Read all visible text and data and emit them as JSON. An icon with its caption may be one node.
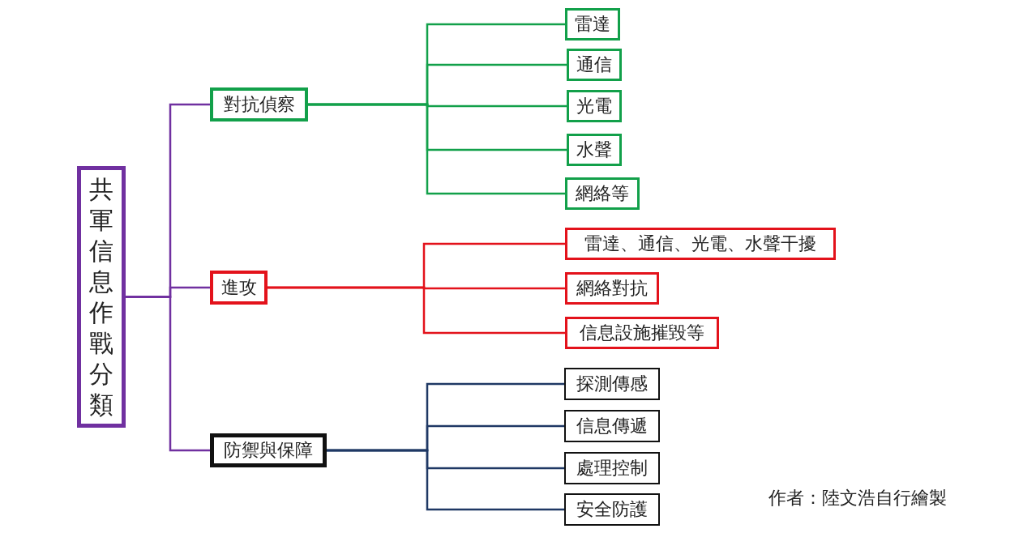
{
  "diagram": {
    "nodes": [
      {
        "text": [
          "共軍信息作戰分類"
        ]
      },
      {
        "text": [
          "對抗偵察"
        ]
      },
      {
        "text": [
          "雷達"
        ]
      },
      {
        "text": [
          "通信"
        ]
      },
      {
        "text": [
          "光電"
        ]
      },
      {
        "text": [
          "水聲"
        ]
      },
      {
        "text": [
          "網絡等"
        ]
      },
      {
        "text": [
          "進攻"
        ]
      },
      {
        "text": [
          "雷達、通信、光電、水聲干擾"
        ]
      },
      {
        "text": [
          "網絡對抗"
        ]
      },
      {
        "text": [
          "信息設施摧毀等"
        ]
      },
      {
        "text": [
          "防禦與保障"
        ]
      },
      {
        "text": [
          "探測傳感"
        ]
      },
      {
        "text": [
          "信息傳遞"
        ]
      },
      {
        "text": [
          "處理控制"
        ]
      },
      {
        "text": [
          "安全防護"
        ]
      }
    ],
    "edges": [
      {
        "from": 0,
        "to": 1,
        "arrow": "none",
        "color": "#7030a0"
      },
      {
        "from": 0,
        "to": 7,
        "arrow": "none",
        "color": "#7030a0"
      },
      {
        "from": 0,
        "to": 11,
        "arrow": "none",
        "color": "#7030a0"
      },
      {
        "from": 1,
        "to": 2,
        "arrow": "none",
        "color": "#12a04a"
      },
      {
        "from": 1,
        "to": 3,
        "arrow": "none",
        "color": "#12a04a"
      },
      {
        "from": 1,
        "to": 4,
        "arrow": "none",
        "color": "#12a04a"
      },
      {
        "from": 1,
        "to": 5,
        "arrow": "none",
        "color": "#12a04a"
      },
      {
        "from": 1,
        "to": 6,
        "arrow": "none",
        "color": "#12a04a"
      },
      {
        "from": 7,
        "to": 8,
        "arrow": "none",
        "color": "#e3121b"
      },
      {
        "from": 7,
        "to": 9,
        "arrow": "none",
        "color": "#e3121b"
      },
      {
        "from": 7,
        "to": 10,
        "arrow": "none",
        "color": "#e3121b"
      },
      {
        "from": 11,
        "to": 12,
        "arrow": "none",
        "color": "#1f3864"
      },
      {
        "from": 11,
        "to": 13,
        "arrow": "none",
        "color": "#1f3864"
      },
      {
        "from": 11,
        "to": 14,
        "arrow": "none",
        "color": "#1f3864"
      },
      {
        "from": 11,
        "to": 15,
        "arrow": "none",
        "color": "#1f3864"
      }
    ],
    "labels": [
      "作者：陸文浩自行繪製"
    ]
  }
}
